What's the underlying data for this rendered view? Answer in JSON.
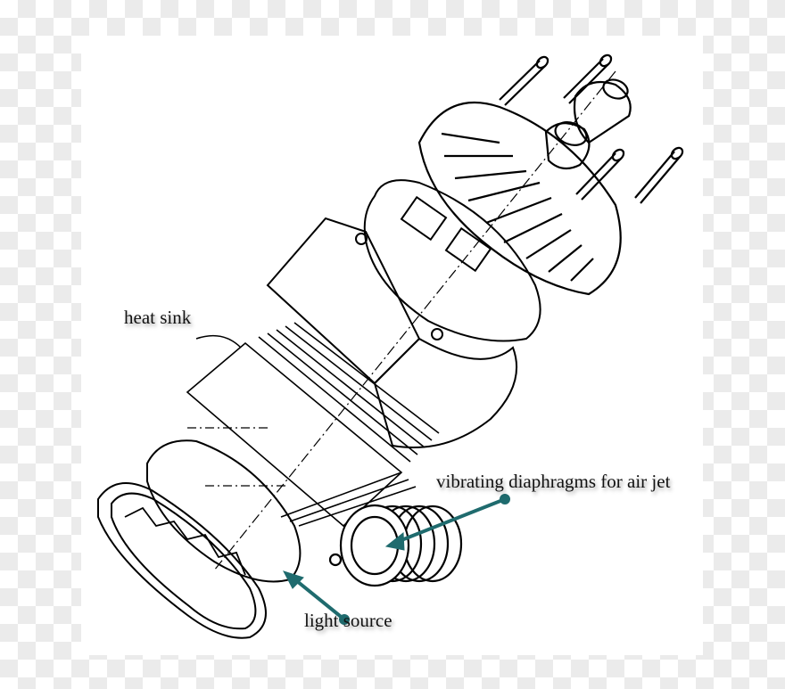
{
  "diagram": {
    "type": "exploded-view technical line drawing",
    "subject": "LED lamp assembly",
    "labels": {
      "heat_sink": "heat sink",
      "diaphragms": "vibrating diaphragms for air jet",
      "light_source": "light source"
    },
    "components": [
      "screws (x4)",
      "lamp base / socket caps",
      "slotted dome housing",
      "driver board plate",
      "main body casing",
      "heat sink fins",
      "light source plate",
      "front lens ring",
      "vibrating diaphragm stack"
    ],
    "colors": {
      "line": "#000000",
      "arrow": "#1f6b6e",
      "label_text": "#111111",
      "checker": "#ebebeb"
    }
  }
}
